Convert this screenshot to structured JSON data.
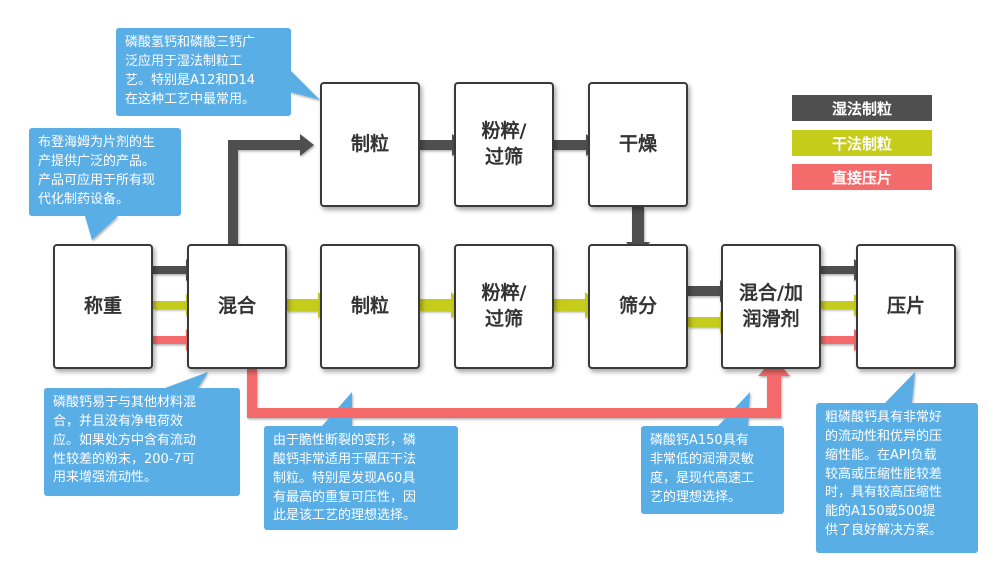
{
  "colors": {
    "wet": "#4f4f4f",
    "dry": "#c6cc1a",
    "direct": "#f46b6b",
    "callout": "#5aaee6"
  },
  "legend": {
    "wet": "湿法制粒",
    "dry": "干法制粒",
    "direct": "直接压片"
  },
  "boxes": {
    "weigh": "称重",
    "mix": "混合",
    "wet_granulate": "制粒",
    "wet_mill": "粉粹/\n过筛",
    "dry": "干燥",
    "dry_granulate": "制粒",
    "dry_mill": "粉粹/\n过筛",
    "sieve": "筛分",
    "blend": "混合/加\n润滑剂",
    "press": "压片"
  },
  "callouts": {
    "c1": "磷酸氢钙和磷酸三钙广\n泛应用于湿法制粒工\n艺。特别是A12和D14\n在这种工艺中最常用。",
    "c2": "布登海姆为片剂的生\n产提供广泛的产品。\n产品可应用于所有现\n代化制药设备。",
    "c3": "磷酸钙易于与其他材料混\n合，并且没有净电荷效\n应。如果处方中含有流动\n性较差的粉末，200-7可\n用来增强流动性。",
    "c4": "由于脆性断裂的变形，磷\n酸钙非常适用于碾压干法\n制粒。特别是发现A60具\n有最高的重复可压性，因\n此是该工艺的理想选择。",
    "c5": "磷酸钙A150具有\n非常低的润滑灵敏\n度，是现代高速工\n艺的理想选择。",
    "c6": "粗磷酸钙具有非常好\n的流动性和优异的压\n缩性能。在API负载\n较高或压缩性能较差\n时，具有较高压缩性\n能的A150或500提\n供了良好解决方案。"
  }
}
